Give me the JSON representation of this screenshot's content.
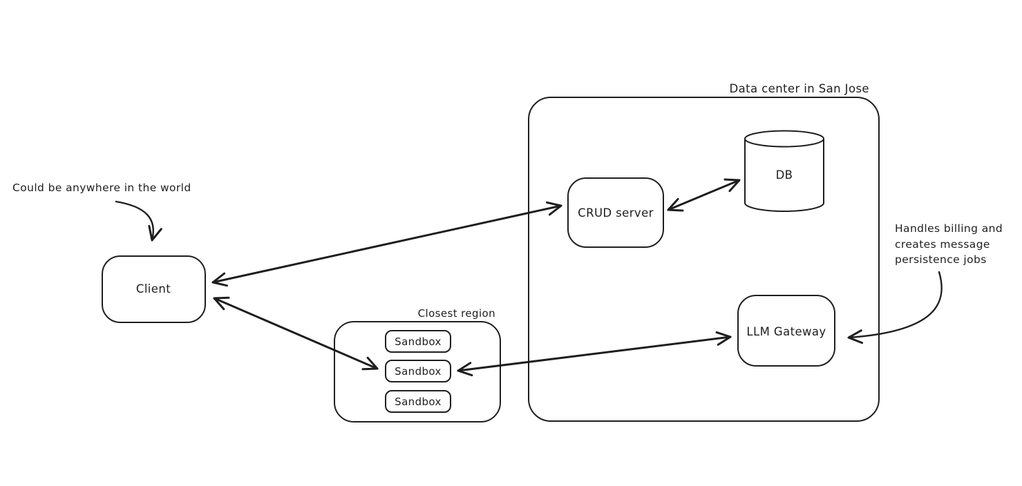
{
  "diagram": {
    "background_color": "#ffffff",
    "stroke_color": "#1e1e1e",
    "containers": {
      "data_center": {
        "label": "Data center in San Jose"
      },
      "closest_region": {
        "label": "Closest region"
      }
    },
    "nodes": {
      "client": {
        "label": "Client"
      },
      "crud_server": {
        "label": "CRUD server"
      },
      "db": {
        "label": "DB"
      },
      "llm_gateway": {
        "label": "LLM Gateway"
      },
      "sandbox_1": {
        "label": "Sandbox"
      },
      "sandbox_2": {
        "label": "Sandbox"
      },
      "sandbox_3": {
        "label": "Sandbox"
      }
    },
    "annotations": {
      "client_note": "Could be anywhere in the world",
      "gateway_note_line1": "Handles billing and",
      "gateway_note_line2": "creates message",
      "gateway_note_line3": "persistence jobs"
    },
    "edges": {
      "client_crud": "Client <-> CRUD server",
      "client_sandbox": "Client <-> Sandbox",
      "sandbox_gateway": "Sandbox <-> LLM Gateway",
      "crud_db": "CRUD server <-> DB"
    }
  }
}
